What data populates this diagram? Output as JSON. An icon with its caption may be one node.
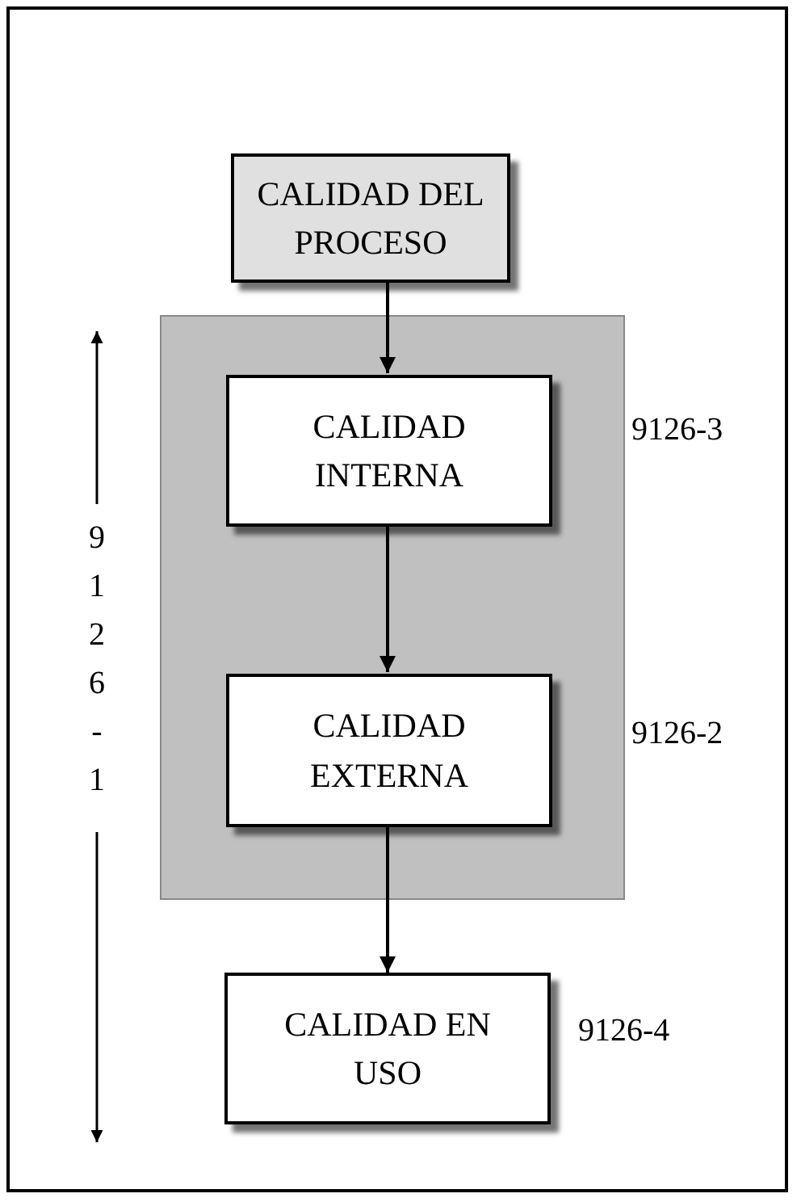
{
  "diagram": {
    "nodes": [
      {
        "text": [
          "CALIDAD DEL PROCESO"
        ]
      },
      {
        "text": [],
        "shape": "box"
      },
      {
        "text": [
          "CALIDAD INTERNA"
        ],
        "in": 1,
        "beside": [
          "9126-3"
        ]
      },
      {
        "text": [
          "CALIDAD EXTERNA"
        ],
        "in": 1,
        "beside": [
          "9126-2"
        ]
      },
      {
        "text": [
          "CALIDAD EN USO"
        ],
        "beside": [
          "9126-4"
        ]
      }
    ],
    "edges": [
      {
        "from": 0,
        "to": 2,
        "arrow": "to"
      },
      {
        "from": 2,
        "to": 3,
        "arrow": "to"
      },
      {
        "from": 3,
        "to": 4,
        "arrow": "to"
      }
    ],
    "labels": [
      "9126-1"
    ]
  }
}
